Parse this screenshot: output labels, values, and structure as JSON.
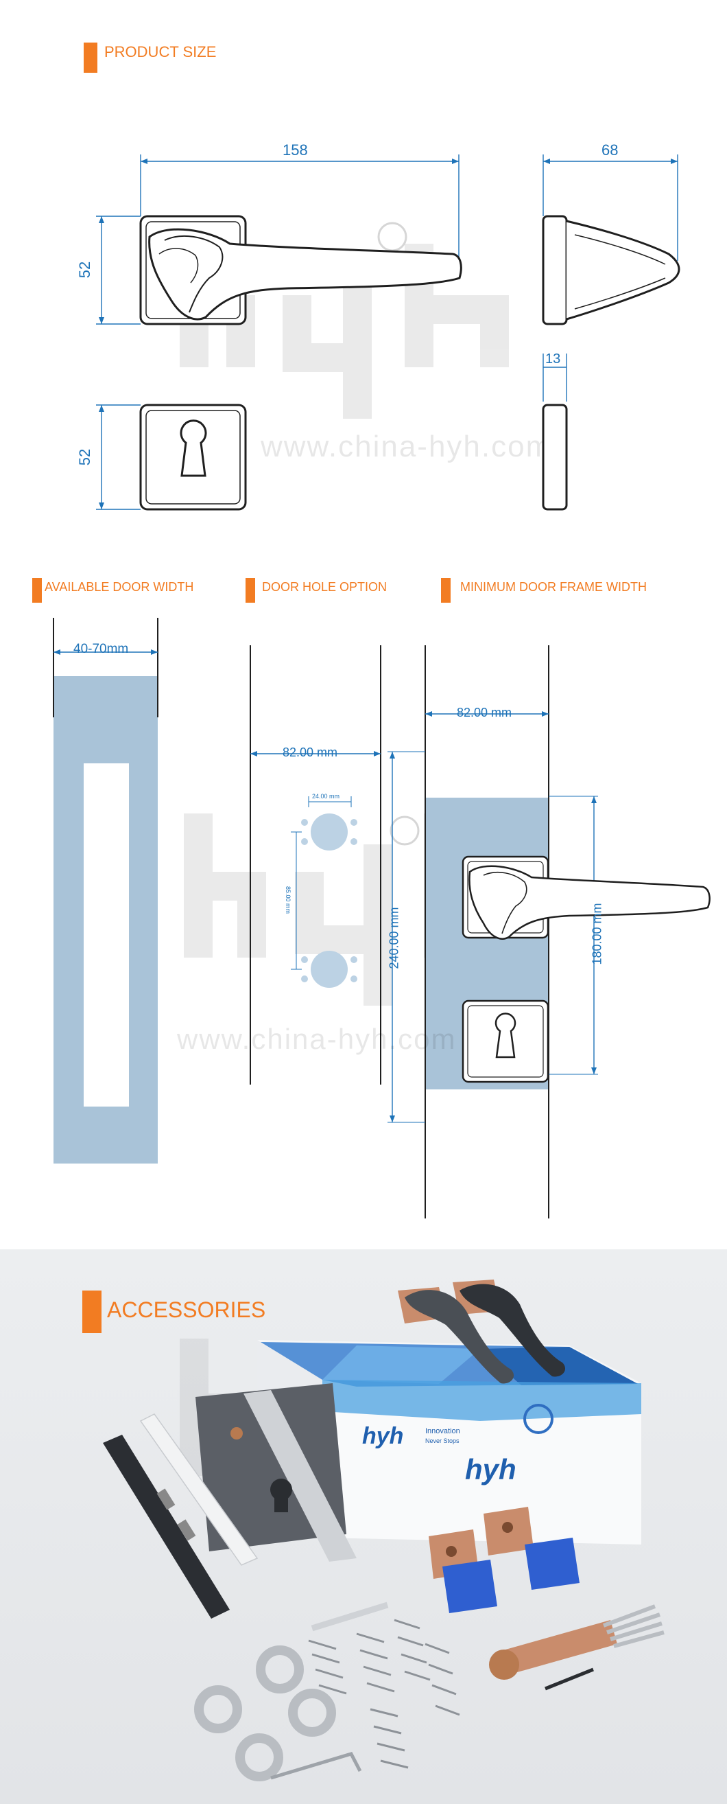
{
  "sections": {
    "product_size": "PRODUCT SIZE",
    "available_door_width": "AVAILABLE DOOR WIDTH",
    "door_hole_option": "DOOR HOLE OPTION",
    "minimum_door_frame_width": "MINIMUM DOOR FRAME WIDTH",
    "accessories": "ACCESSORIES"
  },
  "product_size": {
    "handle_length": "158",
    "handle_depth": "68",
    "rose_height": "52",
    "escutcheon_height": "52",
    "rose_thickness": "13"
  },
  "door_width": {
    "range": "40-70mm"
  },
  "door_hole": {
    "backset": "82.00 mm",
    "hole_spacing": "24.00 mm",
    "vertical_spacing": "85.00 mm"
  },
  "door_frame": {
    "backset": "82.00 mm",
    "lock_height": "240.00 mm",
    "handle_spacing": "180.00 mm"
  },
  "watermark": {
    "logo": "hyh",
    "url": "www.china-hyh.com"
  },
  "packaging": {
    "brand": "hyh",
    "slogan_line1": "Innovation",
    "slogan_line2": "Never Stops"
  },
  "colors": {
    "accent": "#f27c22",
    "dimension": "#1e73b8",
    "door_fill": "#a9c3d8",
    "line": "#1f1f1f"
  }
}
